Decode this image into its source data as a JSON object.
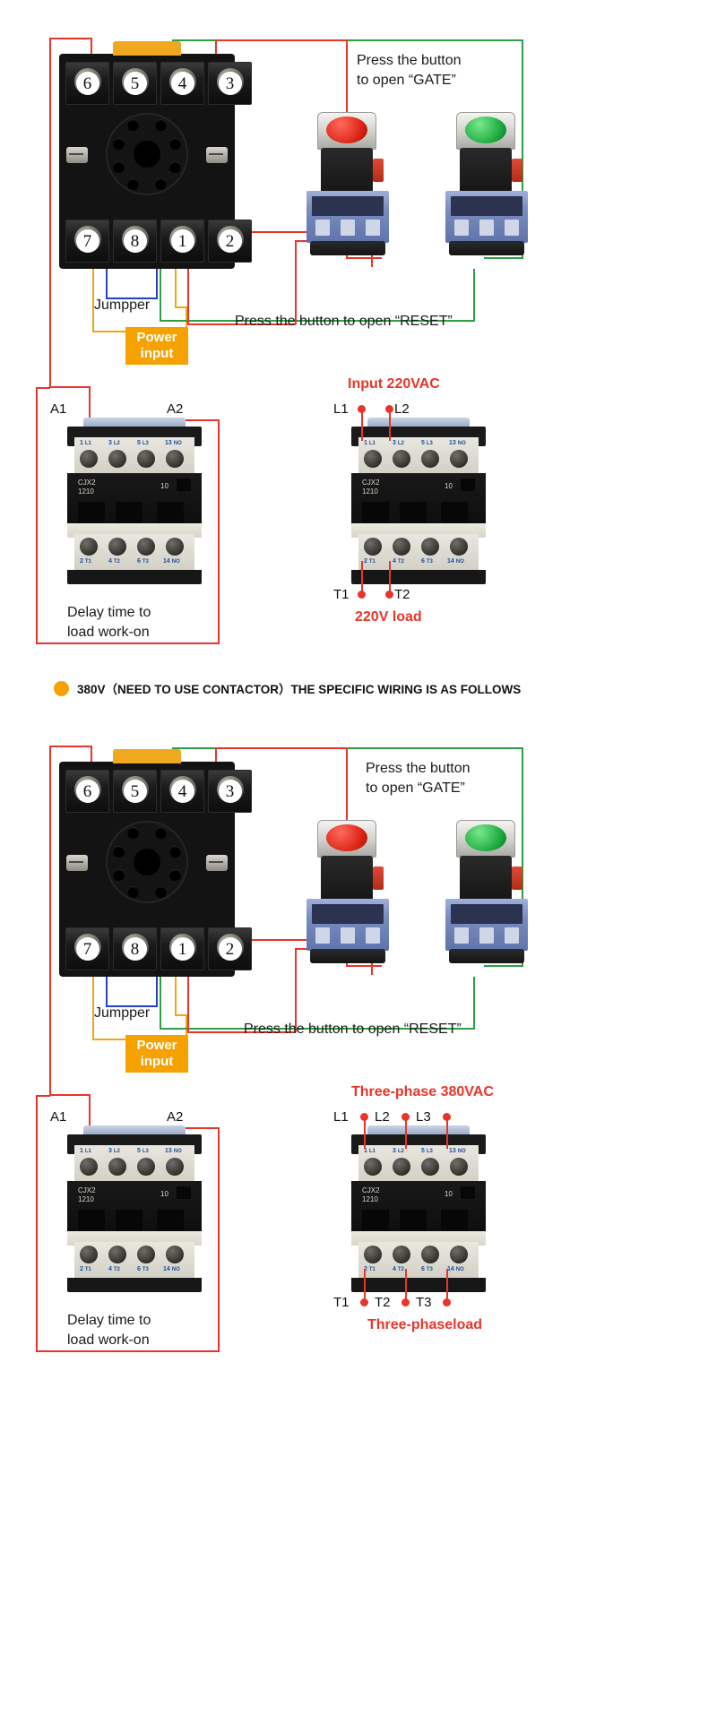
{
  "document": {
    "title": "Timer relay wiring diagram — 220VAC and 380V three-phase"
  },
  "sections": [
    {
      "id": "section-220v",
      "socket": {
        "name": "8-pin relay socket",
        "top_terminals": [
          "6",
          "5",
          "4",
          "3"
        ],
        "bottom_terminals": [
          "7",
          "8",
          "1",
          "2"
        ]
      },
      "labels": {
        "gate_line1": "Press the button",
        "gate_line2": "to open “GATE”",
        "reset": "Press the button to open “RESET”",
        "jumper": "Jumpper",
        "power_input_line1": "Power",
        "power_input_line2": "input",
        "delay_line1": "Delay time to",
        "delay_line2": "load work-on",
        "input_voltage": "Input 220VAC",
        "load": "220V load"
      },
      "buttons": [
        {
          "name": "red-push-button",
          "color": "#d81f0f",
          "role": "RESET"
        },
        {
          "name": "green-push-button",
          "color": "#16a63a",
          "role": "GATE"
        }
      ],
      "contactors": [
        {
          "name": "contactor-left",
          "brand": "CJX2",
          "model": "1210",
          "aux": "10",
          "coil_left": "A1",
          "coil_right": "A2",
          "top_terminals": [
            {
              "num": "1",
              "tag": "L1"
            },
            {
              "num": "3",
              "tag": "L2"
            },
            {
              "num": "5",
              "tag": "L3"
            },
            {
              "num": "13",
              "tag": "NO"
            }
          ],
          "bottom_terminals": [
            {
              "num": "2",
              "tag": "T1"
            },
            {
              "num": "4",
              "tag": "T2"
            },
            {
              "num": "6",
              "tag": "T3"
            },
            {
              "num": "14",
              "tag": "NO"
            }
          ]
        },
        {
          "name": "contactor-right",
          "brand": "CJX2",
          "model": "1210",
          "aux": "10",
          "line_left": "L1",
          "line_right": "L2",
          "out_left": "T1",
          "out_right": "T2",
          "top_terminals": [
            {
              "num": "1",
              "tag": "L1"
            },
            {
              "num": "3",
              "tag": "L2"
            },
            {
              "num": "5",
              "tag": "L3"
            },
            {
              "num": "13",
              "tag": "NO"
            }
          ],
          "bottom_terminals": [
            {
              "num": "2",
              "tag": "T1"
            },
            {
              "num": "4",
              "tag": "T2"
            },
            {
              "num": "6",
              "tag": "T3"
            },
            {
              "num": "14",
              "tag": "NO"
            }
          ]
        }
      ]
    },
    {
      "id": "section-380v",
      "banner": "380V（NEED TO USE CONTACTOR）THE SPECIFIC WIRING IS AS FOLLOWS",
      "socket": {
        "name": "8-pin relay socket",
        "top_terminals": [
          "6",
          "5",
          "4",
          "3"
        ],
        "bottom_terminals": [
          "7",
          "8",
          "1",
          "2"
        ]
      },
      "labels": {
        "gate_line1": "Press the button",
        "gate_line2": "to open “GATE”",
        "reset": "Press the button to open “RESET”",
        "jumper": "Jumpper",
        "power_input_line1": "Power",
        "power_input_line2": "input",
        "delay_line1": "Delay time to",
        "delay_line2": "load work-on",
        "input_voltage": "Three-phase 380VAC",
        "load": "Three-phaseload"
      },
      "buttons": [
        {
          "name": "red-push-button",
          "color": "#d81f0f",
          "role": "RESET"
        },
        {
          "name": "green-push-button",
          "color": "#16a63a",
          "role": "GATE"
        }
      ],
      "contactors": [
        {
          "name": "contactor-left",
          "brand": "CJX2",
          "model": "1210",
          "aux": "10",
          "coil_left": "A1",
          "coil_right": "A2",
          "top_terminals": [
            {
              "num": "1",
              "tag": "L1"
            },
            {
              "num": "3",
              "tag": "L2"
            },
            {
              "num": "5",
              "tag": "L3"
            },
            {
              "num": "13",
              "tag": "NO"
            }
          ],
          "bottom_terminals": [
            {
              "num": "2",
              "tag": "T1"
            },
            {
              "num": "4",
              "tag": "T2"
            },
            {
              "num": "6",
              "tag": "T3"
            },
            {
              "num": "14",
              "tag": "NO"
            }
          ]
        },
        {
          "name": "contactor-right",
          "brand": "CJX2",
          "model": "1210",
          "aux": "10",
          "line_phases": [
            "L1",
            "L2",
            "L3"
          ],
          "out_phases": [
            "T1",
            "T2",
            "T3"
          ],
          "top_terminals": [
            {
              "num": "1",
              "tag": "L1"
            },
            {
              "num": "3",
              "tag": "L2"
            },
            {
              "num": "5",
              "tag": "L3"
            },
            {
              "num": "13",
              "tag": "NO"
            }
          ],
          "bottom_terminals": [
            {
              "num": "2",
              "tag": "T1"
            },
            {
              "num": "4",
              "tag": "T2"
            },
            {
              "num": "6",
              "tag": "T3"
            },
            {
              "num": "14",
              "tag": "NO"
            }
          ]
        }
      ]
    }
  ],
  "colors": {
    "wire_red": "#e8352a",
    "wire_green": "#2f9e44",
    "wire_orange": "#f2a51a",
    "wire_blue": "#2440c8",
    "badge_orange": "#f5a200",
    "text_black": "#1a1a1a"
  }
}
